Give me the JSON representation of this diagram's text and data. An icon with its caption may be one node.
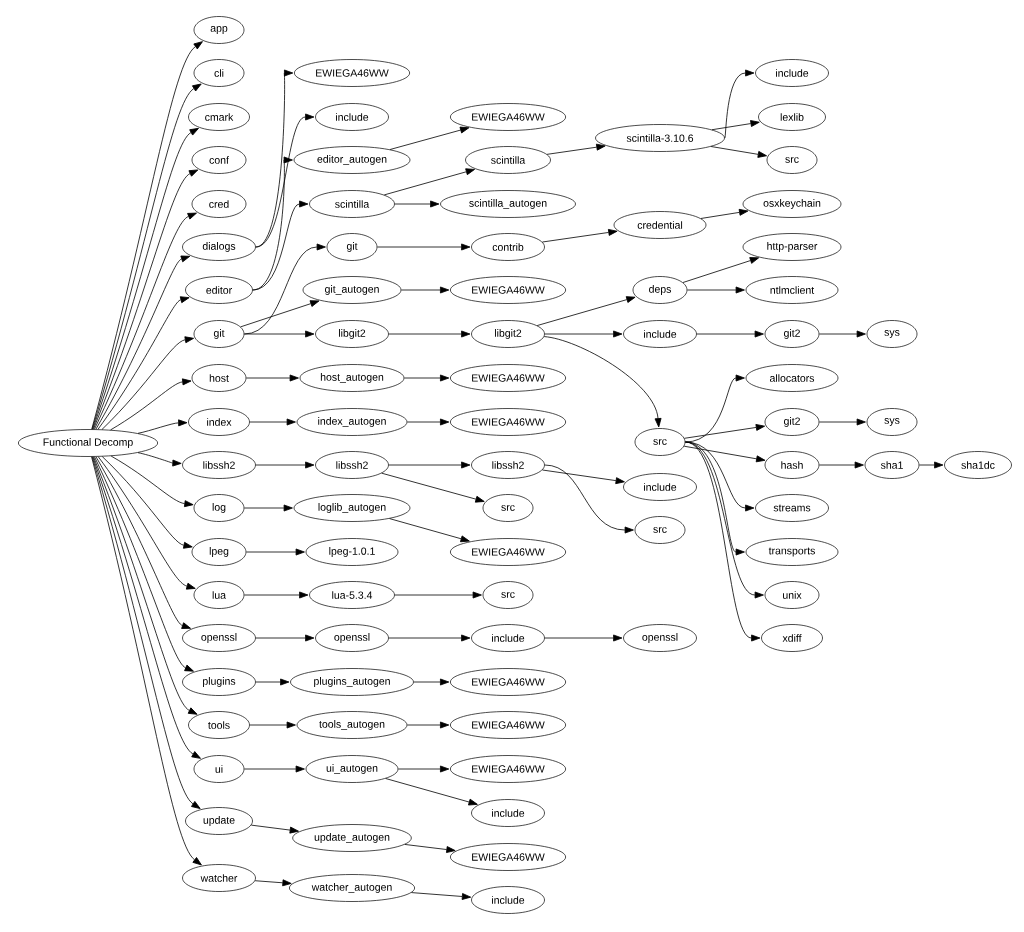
{
  "diagram": {
    "nodes": [
      {
        "text": [
          "Functional Decomp"
        ]
      },
      {
        "text": [
          "app"
        ]
      },
      {
        "text": [
          "cli"
        ]
      },
      {
        "text": [
          "cmark"
        ]
      },
      {
        "text": [
          "conf"
        ]
      },
      {
        "text": [
          "cred"
        ]
      },
      {
        "text": [
          "dialogs"
        ]
      },
      {
        "text": [
          "editor"
        ]
      },
      {
        "text": [
          "git"
        ]
      },
      {
        "text": [
          "host"
        ]
      },
      {
        "text": [
          "index"
        ]
      },
      {
        "text": [
          "libssh2"
        ]
      },
      {
        "text": [
          "log"
        ]
      },
      {
        "text": [
          "lpeg"
        ]
      },
      {
        "text": [
          "lua"
        ]
      },
      {
        "text": [
          "openssl"
        ]
      },
      {
        "text": [
          "plugins"
        ]
      },
      {
        "text": [
          "tools"
        ]
      },
      {
        "text": [
          "ui"
        ]
      },
      {
        "text": [
          "update"
        ]
      },
      {
        "text": [
          "watcher"
        ]
      },
      {
        "text": [
          "EWIEGA46WW"
        ]
      },
      {
        "text": [
          "include"
        ]
      },
      {
        "text": [
          "editor_autogen"
        ]
      },
      {
        "text": [
          "scintilla"
        ]
      },
      {
        "text": [
          "EWIEGA46WW"
        ]
      },
      {
        "text": [
          "scintilla"
        ]
      },
      {
        "text": [
          "scintilla_autogen"
        ]
      },
      {
        "text": [
          "scintilla-3.10.6"
        ]
      },
      {
        "text": [
          "include"
        ]
      },
      {
        "text": [
          "lexlib"
        ]
      },
      {
        "text": [
          "src"
        ]
      },
      {
        "text": [
          "git"
        ]
      },
      {
        "text": [
          "git_autogen"
        ]
      },
      {
        "text": [
          "libgit2"
        ]
      },
      {
        "text": [
          "contrib"
        ]
      },
      {
        "text": [
          "EWIEGA46WW"
        ]
      },
      {
        "text": [
          "libgit2"
        ]
      },
      {
        "text": [
          "credential"
        ]
      },
      {
        "text": [
          "osxkeychain"
        ]
      },
      {
        "text": [
          "deps"
        ]
      },
      {
        "text": [
          "include"
        ]
      },
      {
        "text": [
          "src"
        ]
      },
      {
        "text": [
          "http-parser"
        ]
      },
      {
        "text": [
          "ntlmclient"
        ]
      },
      {
        "text": [
          "git2"
        ]
      },
      {
        "text": [
          "sys"
        ]
      },
      {
        "text": [
          "allocators"
        ]
      },
      {
        "text": [
          "git2"
        ]
      },
      {
        "text": [
          "hash"
        ]
      },
      {
        "text": [
          "streams"
        ]
      },
      {
        "text": [
          "transports"
        ]
      },
      {
        "text": [
          "unix"
        ]
      },
      {
        "text": [
          "xdiff"
        ]
      },
      {
        "text": [
          "sys"
        ]
      },
      {
        "text": [
          "sha1"
        ]
      },
      {
        "text": [
          "sha1dc"
        ]
      },
      {
        "text": [
          "host_autogen"
        ]
      },
      {
        "text": [
          "EWIEGA46WW"
        ]
      },
      {
        "text": [
          "index_autogen"
        ]
      },
      {
        "text": [
          "EWIEGA46WW"
        ]
      },
      {
        "text": [
          "libssh2"
        ]
      },
      {
        "text": [
          "libssh2"
        ]
      },
      {
        "text": [
          "src"
        ]
      },
      {
        "text": [
          "include"
        ]
      },
      {
        "text": [
          "src"
        ]
      },
      {
        "text": [
          "loglib_autogen"
        ]
      },
      {
        "text": [
          "EWIEGA46WW"
        ]
      },
      {
        "text": [
          "lpeg-1.0.1"
        ]
      },
      {
        "text": [
          "lua-5.3.4"
        ]
      },
      {
        "text": [
          "src"
        ]
      },
      {
        "text": [
          "openssl"
        ]
      },
      {
        "text": [
          "include"
        ]
      },
      {
        "text": [
          "openssl"
        ]
      },
      {
        "text": [
          "plugins_autogen"
        ]
      },
      {
        "text": [
          "EWIEGA46WW"
        ]
      },
      {
        "text": [
          "tools_autogen"
        ]
      },
      {
        "text": [
          "EWIEGA46WW"
        ]
      },
      {
        "text": [
          "ui_autogen"
        ]
      },
      {
        "text": [
          "EWIEGA46WW"
        ]
      },
      {
        "text": [
          "include"
        ]
      },
      {
        "text": [
          "update_autogen"
        ]
      },
      {
        "text": [
          "EWIEGA46WW"
        ]
      },
      {
        "text": [
          "watcher_autogen"
        ]
      },
      {
        "text": [
          "include"
        ]
      }
    ],
    "edges": [
      {
        "from": 0,
        "to": 1,
        "arrow": "to"
      },
      {
        "from": 0,
        "to": 2,
        "arrow": "to"
      },
      {
        "from": 0,
        "to": 3,
        "arrow": "to"
      },
      {
        "from": 0,
        "to": 4,
        "arrow": "to"
      },
      {
        "from": 0,
        "to": 5,
        "arrow": "to"
      },
      {
        "from": 0,
        "to": 6,
        "arrow": "to"
      },
      {
        "from": 0,
        "to": 7,
        "arrow": "to"
      },
      {
        "from": 0,
        "to": 8,
        "arrow": "to"
      },
      {
        "from": 0,
        "to": 9,
        "arrow": "to"
      },
      {
        "from": 0,
        "to": 10,
        "arrow": "to"
      },
      {
        "from": 0,
        "to": 11,
        "arrow": "to"
      },
      {
        "from": 0,
        "to": 12,
        "arrow": "to"
      },
      {
        "from": 0,
        "to": 13,
        "arrow": "to"
      },
      {
        "from": 0,
        "to": 14,
        "arrow": "to"
      },
      {
        "from": 0,
        "to": 15,
        "arrow": "to"
      },
      {
        "from": 0,
        "to": 16,
        "arrow": "to"
      },
      {
        "from": 0,
        "to": 17,
        "arrow": "to"
      },
      {
        "from": 0,
        "to": 18,
        "arrow": "to"
      },
      {
        "from": 0,
        "to": 19,
        "arrow": "to"
      },
      {
        "from": 0,
        "to": 20,
        "arrow": "to"
      },
      {
        "from": 6,
        "to": 21,
        "arrow": "to"
      },
      {
        "from": 6,
        "to": 22,
        "arrow": "to"
      },
      {
        "from": 7,
        "to": 23,
        "arrow": "to"
      },
      {
        "from": 7,
        "to": 24,
        "arrow": "to"
      },
      {
        "from": 23,
        "to": 25,
        "arrow": "to"
      },
      {
        "from": 24,
        "to": 26,
        "arrow": "to"
      },
      {
        "from": 24,
        "to": 27,
        "arrow": "to"
      },
      {
        "from": 26,
        "to": 28,
        "arrow": "to"
      },
      {
        "from": 28,
        "to": 29,
        "arrow": "to"
      },
      {
        "from": 28,
        "to": 30,
        "arrow": "to"
      },
      {
        "from": 28,
        "to": 31,
        "arrow": "to"
      },
      {
        "from": 8,
        "to": 32,
        "arrow": "to"
      },
      {
        "from": 8,
        "to": 33,
        "arrow": "to"
      },
      {
        "from": 8,
        "to": 34,
        "arrow": "to"
      },
      {
        "from": 32,
        "to": 35,
        "arrow": "to"
      },
      {
        "from": 33,
        "to": 36,
        "arrow": "to"
      },
      {
        "from": 34,
        "to": 37,
        "arrow": "to"
      },
      {
        "from": 35,
        "to": 38,
        "arrow": "to"
      },
      {
        "from": 38,
        "to": 39,
        "arrow": "to"
      },
      {
        "from": 37,
        "to": 40,
        "arrow": "to"
      },
      {
        "from": 37,
        "to": 41,
        "arrow": "to"
      },
      {
        "from": 37,
        "to": 42,
        "arrow": "to"
      },
      {
        "from": 40,
        "to": 43,
        "arrow": "to"
      },
      {
        "from": 40,
        "to": 44,
        "arrow": "to"
      },
      {
        "from": 41,
        "to": 45,
        "arrow": "to"
      },
      {
        "from": 45,
        "to": 46,
        "arrow": "to"
      },
      {
        "from": 42,
        "to": 47,
        "arrow": "to"
      },
      {
        "from": 42,
        "to": 48,
        "arrow": "to"
      },
      {
        "from": 42,
        "to": 49,
        "arrow": "to"
      },
      {
        "from": 42,
        "to": 50,
        "arrow": "to"
      },
      {
        "from": 42,
        "to": 51,
        "arrow": "to"
      },
      {
        "from": 42,
        "to": 52,
        "arrow": "to"
      },
      {
        "from": 42,
        "to": 53,
        "arrow": "to"
      },
      {
        "from": 48,
        "to": 54,
        "arrow": "to"
      },
      {
        "from": 49,
        "to": 55,
        "arrow": "to"
      },
      {
        "from": 55,
        "to": 56,
        "arrow": "to"
      },
      {
        "from": 9,
        "to": 57,
        "arrow": "to"
      },
      {
        "from": 57,
        "to": 58,
        "arrow": "to"
      },
      {
        "from": 10,
        "to": 59,
        "arrow": "to"
      },
      {
        "from": 59,
        "to": 60,
        "arrow": "to"
      },
      {
        "from": 11,
        "to": 61,
        "arrow": "to"
      },
      {
        "from": 61,
        "to": 62,
        "arrow": "to"
      },
      {
        "from": 61,
        "to": 63,
        "arrow": "to"
      },
      {
        "from": 62,
        "to": 64,
        "arrow": "to"
      },
      {
        "from": 62,
        "to": 65,
        "arrow": "to"
      },
      {
        "from": 12,
        "to": 66,
        "arrow": "to"
      },
      {
        "from": 66,
        "to": 67,
        "arrow": "to"
      },
      {
        "from": 13,
        "to": 68,
        "arrow": "to"
      },
      {
        "from": 14,
        "to": 69,
        "arrow": "to"
      },
      {
        "from": 69,
        "to": 70,
        "arrow": "to"
      },
      {
        "from": 15,
        "to": 71,
        "arrow": "to"
      },
      {
        "from": 71,
        "to": 72,
        "arrow": "to"
      },
      {
        "from": 72,
        "to": 73,
        "arrow": "to"
      },
      {
        "from": 16,
        "to": 74,
        "arrow": "to"
      },
      {
        "from": 74,
        "to": 75,
        "arrow": "to"
      },
      {
        "from": 17,
        "to": 76,
        "arrow": "to"
      },
      {
        "from": 76,
        "to": 77,
        "arrow": "to"
      },
      {
        "from": 18,
        "to": 78,
        "arrow": "to"
      },
      {
        "from": 78,
        "to": 79,
        "arrow": "to"
      },
      {
        "from": 78,
        "to": 80,
        "arrow": "to"
      },
      {
        "from": 19,
        "to": 81,
        "arrow": "to"
      },
      {
        "from": 81,
        "to": 82,
        "arrow": "to"
      },
      {
        "from": 20,
        "to": 83,
        "arrow": "to"
      },
      {
        "from": 83,
        "to": 84,
        "arrow": "to"
      }
    ]
  }
}
